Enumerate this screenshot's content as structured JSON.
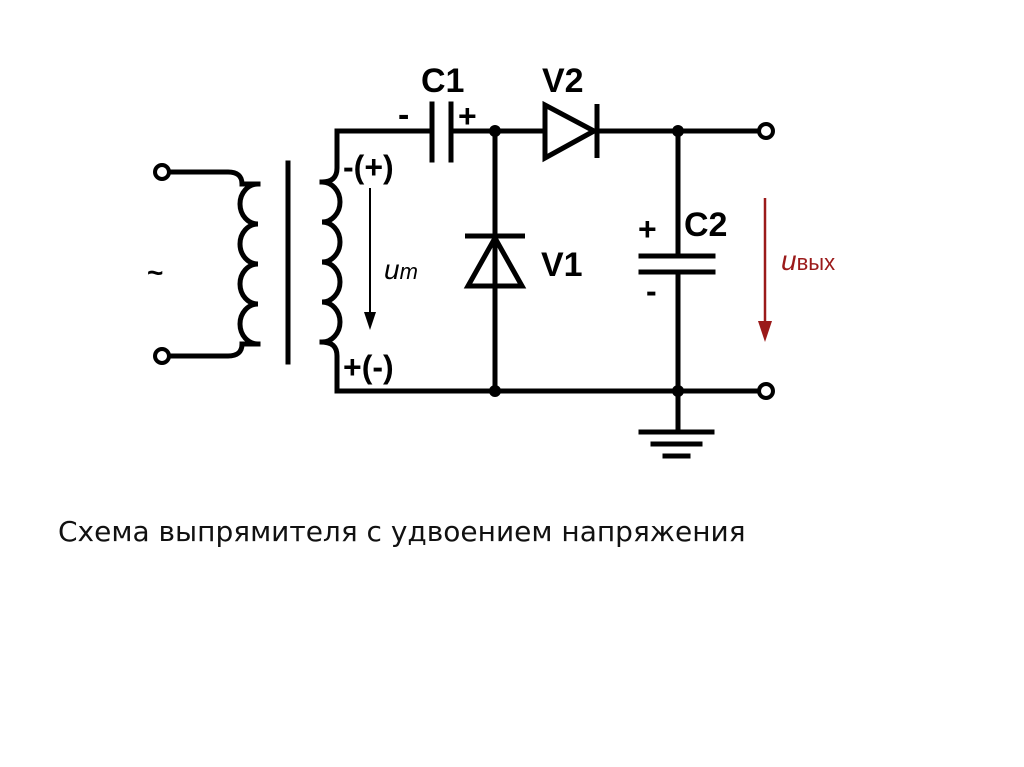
{
  "caption": "Схема выпрямителя с удвоением напряжения",
  "labels": {
    "source": "~",
    "c1": "C1",
    "c1_minus": "-",
    "c1_plus": "+",
    "v2": "V2",
    "v1": "V1",
    "c2": "C2",
    "c2_plus": "+",
    "c2_minus": "-",
    "winding_top": "-(+)",
    "winding_bottom": "+(-)",
    "ut_main": "u",
    "ut_sub": "т",
    "uout_main": "u",
    "uout_sub": "вых"
  },
  "colors": {
    "wire": "#000000",
    "output_arrow": "#9b1a1a"
  }
}
